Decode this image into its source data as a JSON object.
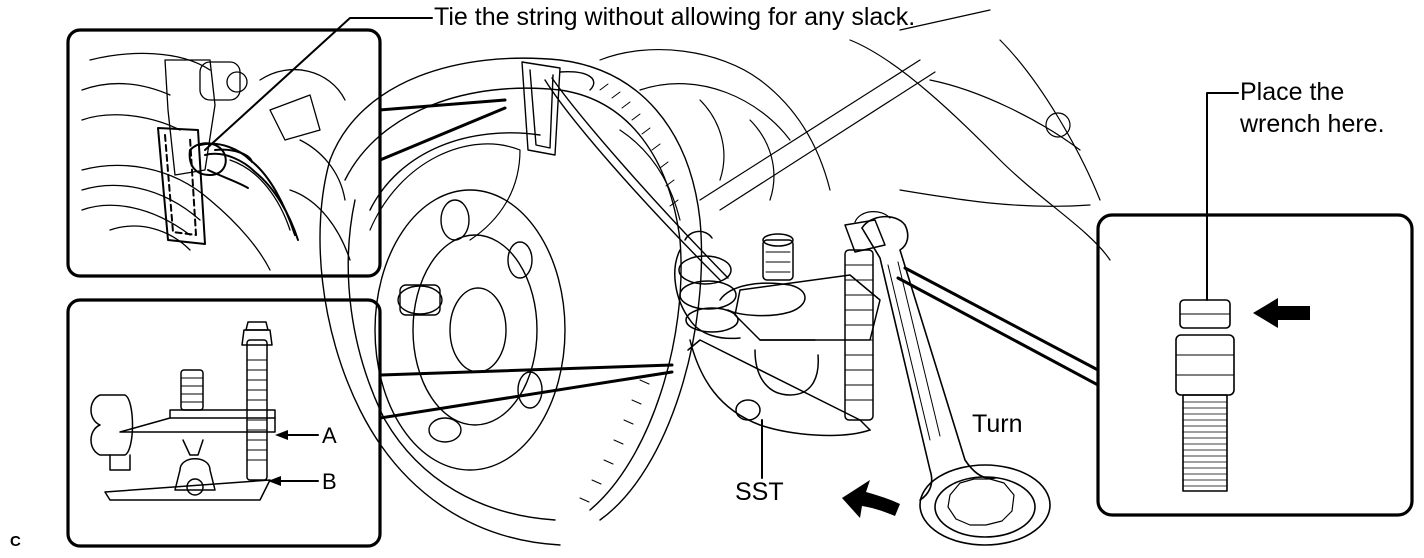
{
  "callouts": {
    "tie_string": "Tie the string without allowing for any slack.",
    "place_wrench_line1": "Place the",
    "place_wrench_line2": "wrench here.",
    "turn": "Turn",
    "sst": "SST",
    "part_a": "A",
    "part_b": "B",
    "figure_code": "C"
  },
  "icons": [
    "arrow-left-icon",
    "curved-arrow-icon"
  ],
  "colors": {
    "ink": "#000000",
    "paper": "#ffffff"
  }
}
